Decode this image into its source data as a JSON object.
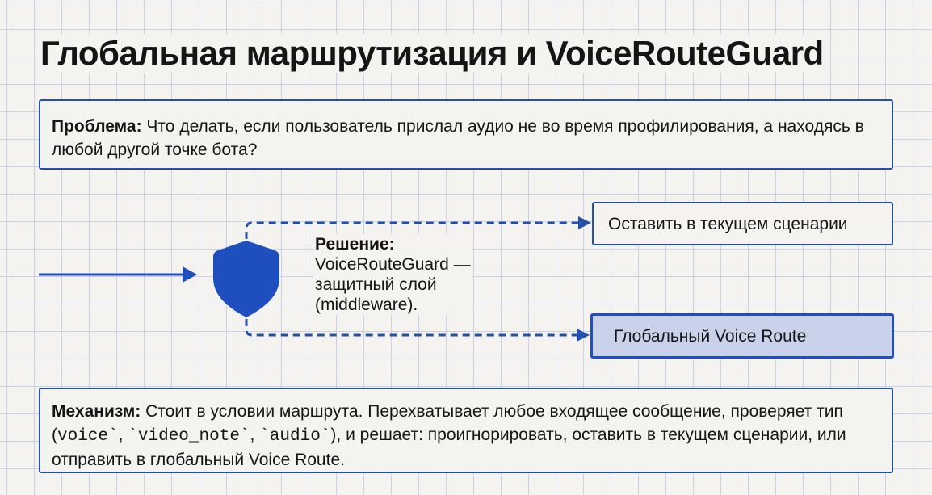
{
  "title": "Глобальная маршрутизация и VoiceRouteGuard",
  "problem": {
    "label": "Проблема:",
    "text": " Что делать, если пользователь прислал аудио не во время профилирования, а находясь в любой другой точке бота?"
  },
  "solution": {
    "label": "Решение:",
    "line1": "VoiceRouteGuard —",
    "line2": "защитный слой",
    "line3": "(middleware)."
  },
  "targets": {
    "stay": "Оставить в текущем сценарии",
    "global": "Глобальный Voice Route"
  },
  "mechanism": {
    "label": "Механизм:",
    "t1": " Стоит в условии маршрута. Перехватывает любое входящее сообщение, проверяет тип (",
    "c1": "voice`",
    "t2": ", ",
    "c2": "`video_note`",
    "t3": ", ",
    "c3": "`audio`",
    "t4": "), и решает: проигнорировать, оставить в текущем сценарии, или отправить в глобальный Voice Route."
  },
  "colors": {
    "accent": "#1f4fbf"
  }
}
